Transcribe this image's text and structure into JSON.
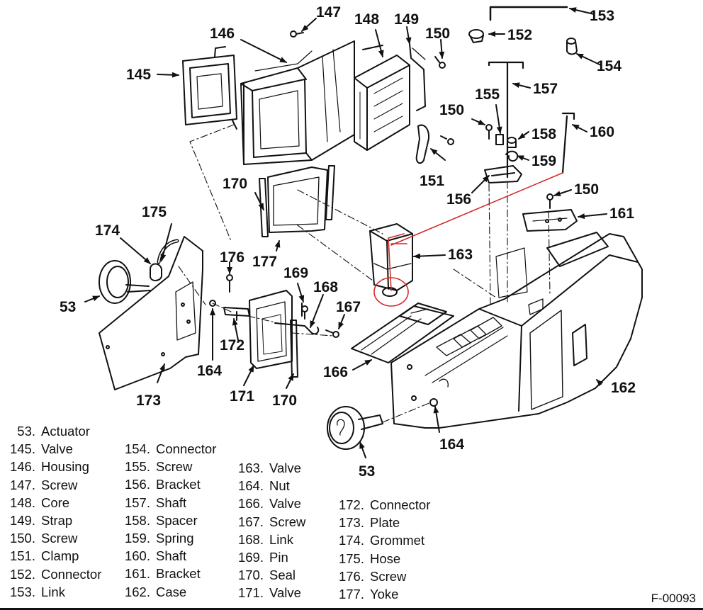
{
  "callouts": {
    "c53a": "53",
    "c53b": "53",
    "c145": "145",
    "c146": "146",
    "c147": "147",
    "c148": "148",
    "c149": "149",
    "c150a": "150",
    "c150b": "150",
    "c150c": "150",
    "c151": "151",
    "c152": "152",
    "c153": "153",
    "c154": "154",
    "c155": "155",
    "c156": "156",
    "c157": "157",
    "c158": "158",
    "c159": "159",
    "c160": "160",
    "c161": "161",
    "c162": "162",
    "c163": "163",
    "c164a": "164",
    "c164b": "164",
    "c166": "166",
    "c167": "167",
    "c168": "168",
    "c169": "169",
    "c170a": "170",
    "c170b": "170",
    "c171": "171",
    "c172": "172",
    "c173": "173",
    "c174": "174",
    "c175": "175",
    "c176": "176",
    "c177": "177"
  },
  "legend": {
    "col1": [
      {
        "num": "53.",
        "name": "Actuator"
      },
      {
        "num": "145.",
        "name": "Valve"
      },
      {
        "num": "146.",
        "name": "Housing"
      },
      {
        "num": "147.",
        "name": "Screw"
      },
      {
        "num": "148.",
        "name": "Core"
      },
      {
        "num": "149.",
        "name": "Strap"
      },
      {
        "num": "150.",
        "name": "Screw"
      },
      {
        "num": "151.",
        "name": "Clamp"
      },
      {
        "num": "152.",
        "name": "Connector"
      },
      {
        "num": "153.",
        "name": "Link"
      }
    ],
    "col2": [
      {
        "num": "154.",
        "name": "Connector"
      },
      {
        "num": "155.",
        "name": "Screw"
      },
      {
        "num": "156.",
        "name": "Bracket"
      },
      {
        "num": "157.",
        "name": "Shaft"
      },
      {
        "num": "158.",
        "name": "Spacer"
      },
      {
        "num": "159.",
        "name": "Spring"
      },
      {
        "num": "160.",
        "name": "Shaft"
      },
      {
        "num": "161.",
        "name": "Bracket"
      },
      {
        "num": "162.",
        "name": "Case"
      }
    ],
    "col3": [
      {
        "num": "163.",
        "name": "Valve"
      },
      {
        "num": "164.",
        "name": "Nut"
      },
      {
        "num": "166.",
        "name": "Valve"
      },
      {
        "num": "167.",
        "name": "Screw"
      },
      {
        "num": "168.",
        "name": "Link"
      },
      {
        "num": "169.",
        "name": "Pin"
      },
      {
        "num": "170.",
        "name": "Seal"
      },
      {
        "num": "171.",
        "name": "Valve"
      }
    ],
    "col4": [
      {
        "num": "172.",
        "name": "Connector"
      },
      {
        "num": "173.",
        "name": "Plate"
      },
      {
        "num": "174.",
        "name": "Grommet"
      },
      {
        "num": "175.",
        "name": "Hose"
      },
      {
        "num": "176.",
        "name": "Screw"
      },
      {
        "num": "177.",
        "name": "Yoke"
      }
    ]
  },
  "figure_id": "F-00093",
  "colors": {
    "ink": "#111111",
    "highlight": "#d42a2a",
    "paper": "#ffffff"
  }
}
